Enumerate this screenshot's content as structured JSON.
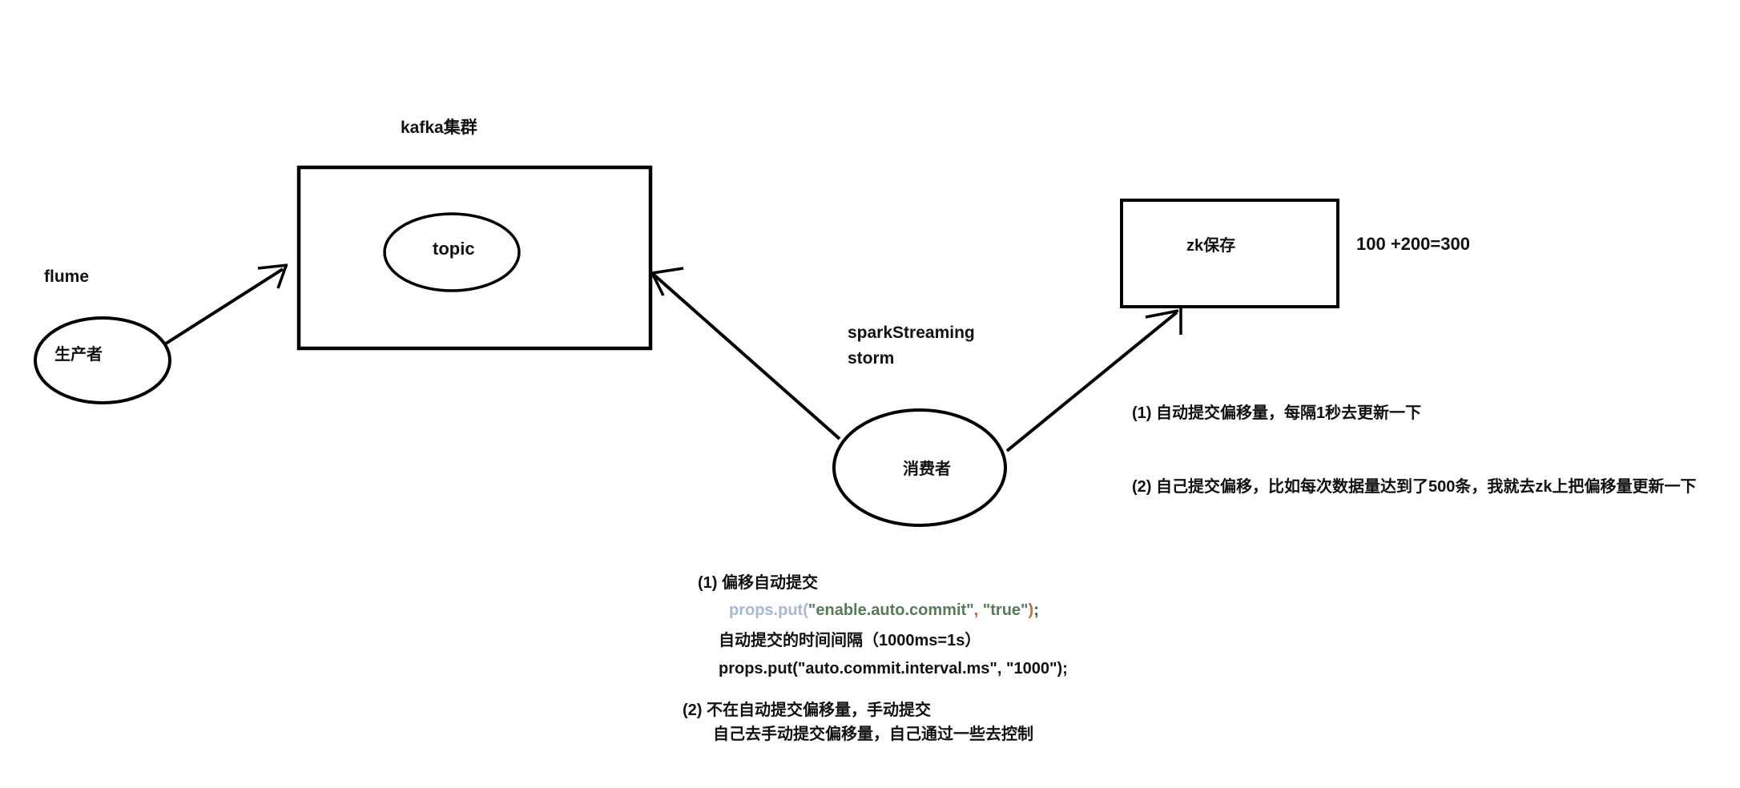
{
  "diagram": {
    "background": "#ffffff",
    "stroke_color": "#000000",
    "nodes": {
      "kafka_cluster_label": "kafka集群",
      "topic_label": "topic",
      "flume_label": "flume",
      "producer_label": "生产者",
      "spark_streaming_label": "sparkStreaming",
      "storm_label": "storm",
      "consumer_label": "消费者",
      "zk_label": "zk保存",
      "sum_note": "100 +200=300"
    },
    "annotations": {
      "right_item_1": "(1)  自动提交偏移量，每隔1秒去更新一下",
      "right_item_2": "(2)  自己提交偏移，比如每次数据量达到了500条，我就去zk上把偏移量更新一下",
      "bottom_item_1_title": "(1)  偏移自动提交",
      "bottom_interval_label": "自动提交的时间间隔（1000ms=1s）",
      "bottom_code_line_2": "props.put(\"auto.commit.interval.ms\", \"1000\");",
      "bottom_item_2_title": "(2)   不在自动提交偏移量，手动提交",
      "bottom_item_2_line": "自己去手动提交偏移量，自己通过一些去控制"
    },
    "code_line_1": {
      "tokens": [
        {
          "text": "props.put(",
          "color": "#a6b8d4"
        },
        {
          "text": "\"enable.auto.commit\"",
          "color": "#567b58"
        },
        {
          "text": ", ",
          "color": "#c9693a"
        },
        {
          "text": "\"true\"",
          "color": "#567b58"
        },
        {
          "text": ")",
          "color": "#c9693a"
        },
        {
          "text": ";",
          "color": "#2a5b66"
        }
      ]
    },
    "colors": {
      "code_method": "#a6b8d4",
      "code_string": "#567b58",
      "code_punct": "#c9693a",
      "code_semicolon": "#2a5b66",
      "text": "#111111"
    }
  }
}
